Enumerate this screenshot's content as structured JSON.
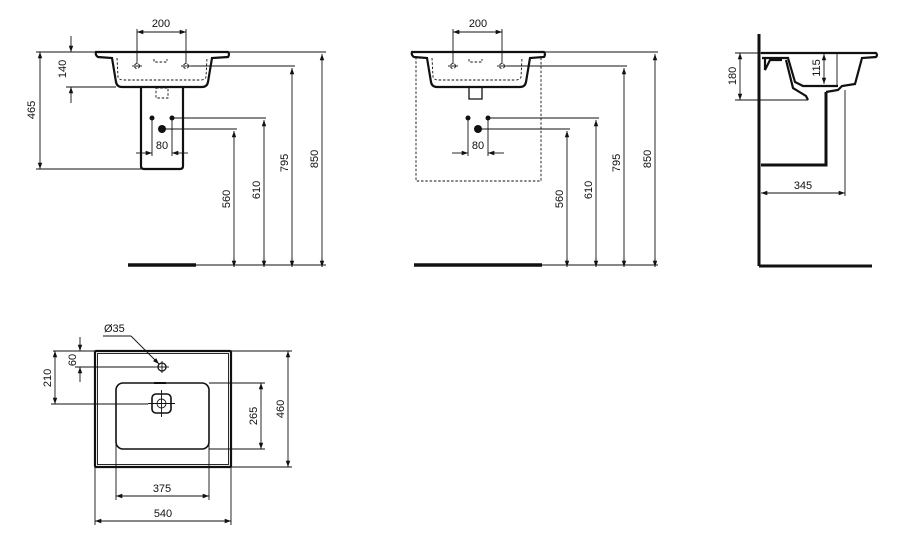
{
  "drawing": {
    "type": "technical-dimension-drawing",
    "subject": "washbasin",
    "units": "mm",
    "colors": {
      "line": "#111111",
      "background": "#ffffff"
    }
  },
  "views": {
    "front_pedestal": {
      "dimensions": {
        "tap_holes_spacing": "200",
        "basin_depth": "140",
        "pedestal_height": "465",
        "supply_spacing": "80",
        "waste_height": "560",
        "supply_height": "610",
        "overflow_height": "795",
        "total_height": "850"
      }
    },
    "front_cabinet": {
      "dimensions": {
        "tap_holes_spacing": "200",
        "supply_spacing": "80",
        "waste_height": "560",
        "supply_height": "610",
        "overflow_height": "795",
        "total_height": "850"
      }
    },
    "side": {
      "dimensions": {
        "rim_height": "180",
        "bowl_depth": "115",
        "projection": "345"
      }
    },
    "top": {
      "dimensions": {
        "tap_hole_diameter": "Ø35",
        "tap_hole_offset": "60",
        "waste_offset": "210",
        "bowl_length": "265",
        "total_depth": "460",
        "bowl_width": "375",
        "total_width": "540"
      }
    }
  }
}
